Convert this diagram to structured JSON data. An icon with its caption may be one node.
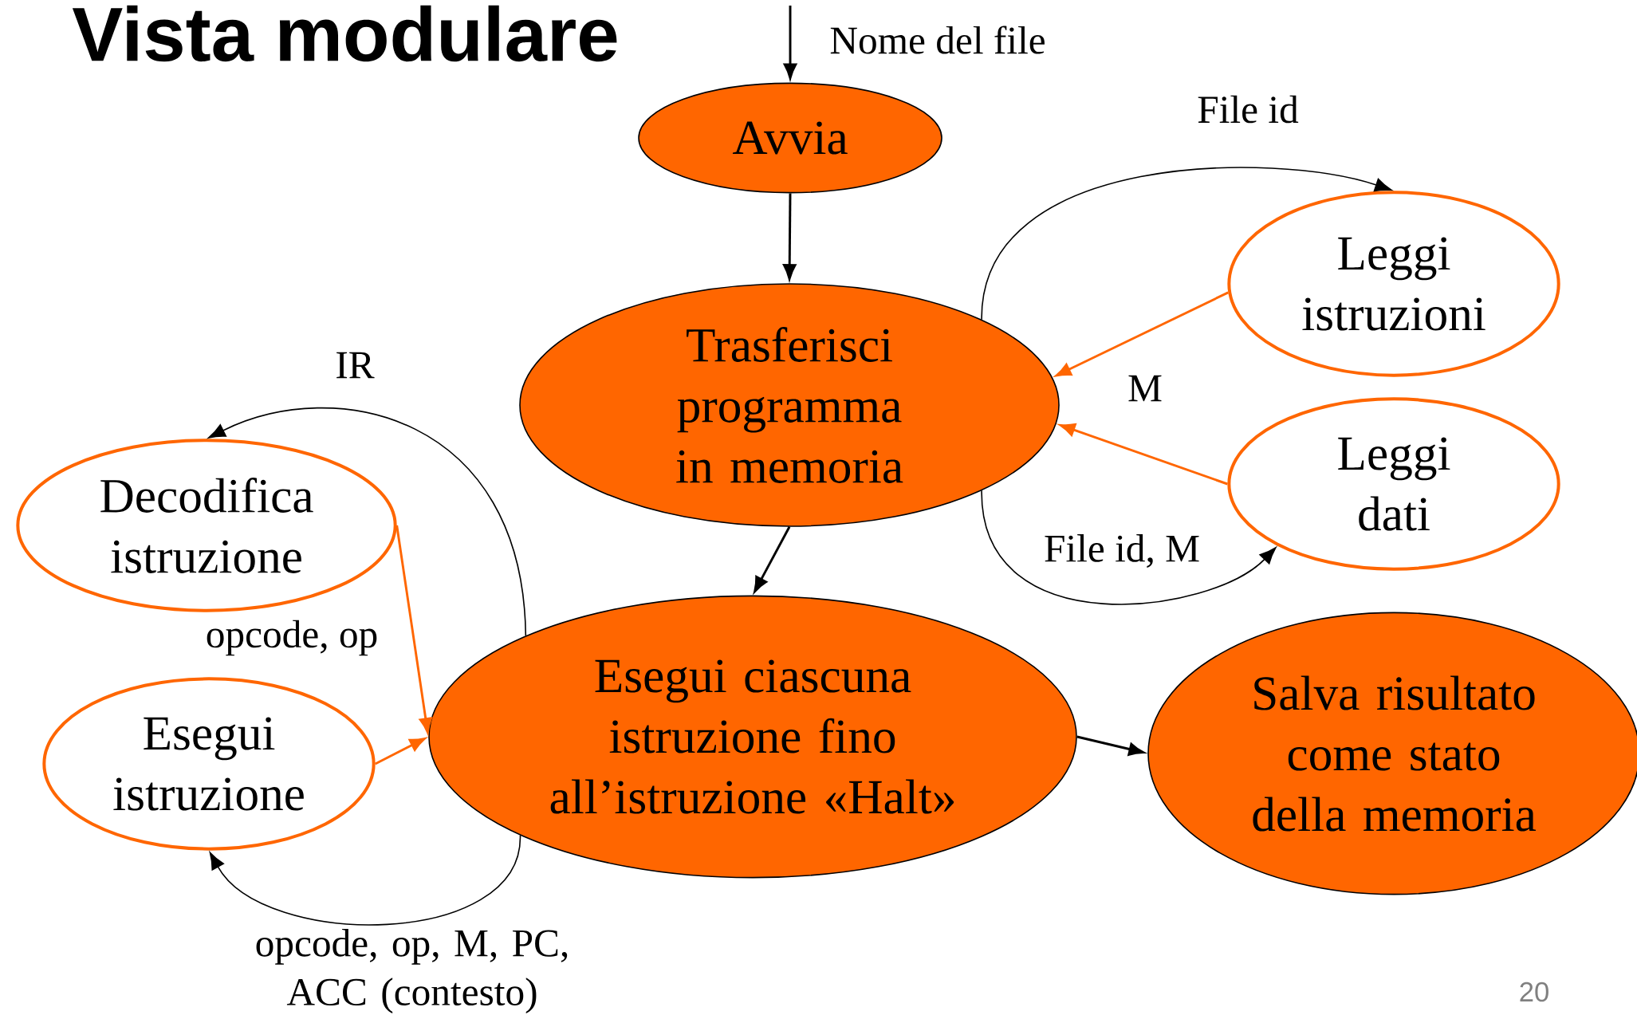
{
  "diagram": {
    "title": "Vista modulare",
    "nodes": [
      {
        "text": [
          "Avvia"
        ]
      },
      {
        "text": [
          "Trasferisci programma in memoria"
        ]
      },
      {
        "text": [
          "Leggi istruzioni"
        ]
      },
      {
        "text": [
          "Leggi dati"
        ]
      },
      {
        "text": [
          "Decodifica istruzione"
        ]
      },
      {
        "text": [
          "Esegui istruzione"
        ]
      },
      {
        "text": [
          "Esegui ciascuna istruzione fino all’istruzione «Halt»"
        ]
      },
      {
        "text": [
          "Salva risultato come stato della memoria"
        ]
      }
    ],
    "edges": [
      {
        "from": null,
        "to": 0,
        "arrow": "to",
        "label": "Nome del file"
      },
      {
        "from": 0,
        "to": 1,
        "arrow": "to"
      },
      {
        "from": 1,
        "to": 2,
        "arrow": "to",
        "label": "File id"
      },
      {
        "from": 2,
        "to": 1,
        "arrow": "to",
        "color": "#ff6600",
        "label": "M"
      },
      {
        "from": 3,
        "to": 1,
        "arrow": "to",
        "color": "#ff6600"
      },
      {
        "from": 1,
        "to": 3,
        "arrow": "to",
        "label": "File id, M"
      },
      {
        "from": 1,
        "to": 6,
        "arrow": "to"
      },
      {
        "from": 6,
        "to": 7,
        "arrow": "to"
      },
      {
        "from": 6,
        "to": 4,
        "arrow": "to",
        "label": "IR"
      },
      {
        "from": 4,
        "to": 6,
        "arrow": "to",
        "color": "#ff6600",
        "label": "opcode, op"
      },
      {
        "from": 5,
        "to": 6,
        "arrow": "to",
        "color": "#ff6600"
      },
      {
        "from": 6,
        "to": 5,
        "arrow": "to",
        "label": "opcode, op, M, PC, ACC (contesto)"
      }
    ],
    "labels": [
      "20"
    ]
  }
}
